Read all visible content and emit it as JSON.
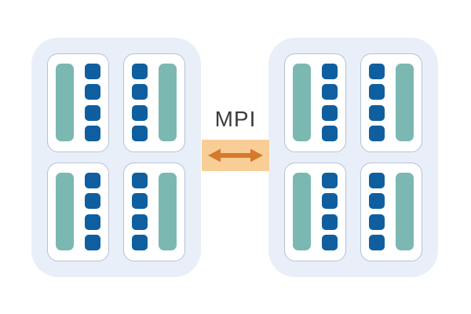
{
  "connector": {
    "label": "MPI",
    "icon": "double-headed-horizontal-arrow-icon"
  },
  "nodes": [
    {
      "name": "compute-node-left",
      "sockets": [
        {
          "orientation": "normal",
          "bar_count": 1,
          "core_count": 4
        },
        {
          "orientation": "mirrored",
          "bar_count": 1,
          "core_count": 4
        },
        {
          "orientation": "normal",
          "bar_count": 1,
          "core_count": 4
        },
        {
          "orientation": "mirrored",
          "bar_count": 1,
          "core_count": 4
        }
      ]
    },
    {
      "name": "compute-node-right",
      "sockets": [
        {
          "orientation": "normal",
          "bar_count": 1,
          "core_count": 4
        },
        {
          "orientation": "mirrored",
          "bar_count": 1,
          "core_count": 4
        },
        {
          "orientation": "normal",
          "bar_count": 1,
          "core_count": 4
        },
        {
          "orientation": "mirrored",
          "bar_count": 1,
          "core_count": 4
        }
      ]
    }
  ],
  "colors": {
    "node_bg": "#E9EFF8",
    "socket_border": "#B5C1D9",
    "teal_bar": "#7BB8B2",
    "core_blue": "#0F5FA0",
    "connector_bg": "#F9CE96",
    "arrow": "#D5792D",
    "label_text": "#3C3C3C"
  }
}
